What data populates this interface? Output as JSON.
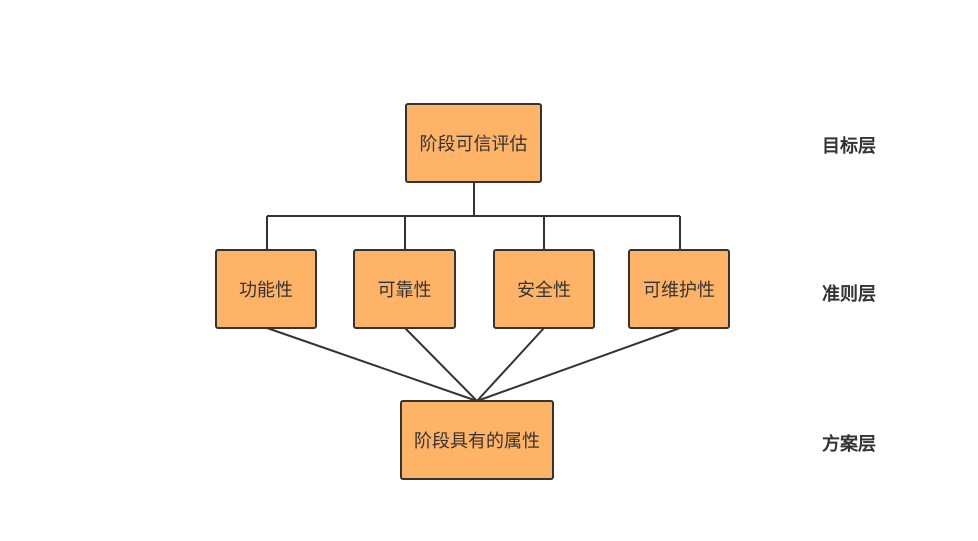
{
  "diagram": {
    "goal": "阶段可信评估",
    "criteria": [
      "功能性",
      "可靠性",
      "安全性",
      "可维护性"
    ],
    "alternative": "阶段具有的属性",
    "layers": {
      "goal": "目标层",
      "criteria": "准则层",
      "alternative": "方案层"
    }
  },
  "colors": {
    "node_fill": "#ffb366",
    "node_border": "#333333",
    "line": "#333333",
    "text": "#333333"
  }
}
